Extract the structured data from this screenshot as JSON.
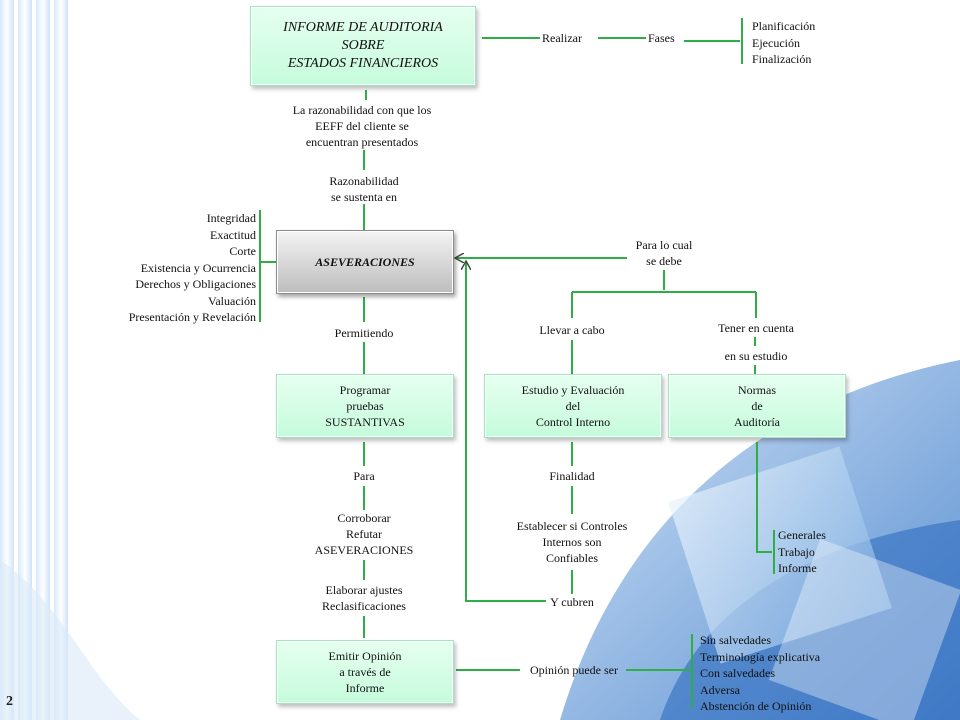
{
  "title_box": [
    "INFORME DE AUDITORIA",
    "SOBRE",
    "ESTADOS FINANCIEROS"
  ],
  "realizar": "Realizar",
  "fases": "Fases",
  "phases": [
    "Planificación",
    "Ejecución",
    "Finalización"
  ],
  "razonabilidad_text": [
    "La razonabilidad con que los",
    "EEFF del cliente se",
    "encuentran presentados"
  ],
  "sustenta_text": [
    "Razonabilidad",
    "se sustenta en"
  ],
  "aseveraciones_box": "ASEVERACIONES",
  "assertions": [
    "Integridad",
    "Exactitud",
    "Corte",
    "Existencia y Ocurrencia",
    "Derechos y Obligaciones",
    "Valuación",
    "Presentación y Revelación"
  ],
  "para_lo_cual": [
    "Para lo cual",
    "se debe"
  ],
  "llevar_a_cabo": "Llevar a cabo",
  "tener_en_cuenta": "Tener en cuenta",
  "en_su_estudio": "en su estudio",
  "permitiendo": "Permitiendo",
  "programar_box": [
    "Programar",
    "pruebas",
    "SUSTANTIVAS"
  ],
  "estudio_box": [
    "Estudio y Evaluación",
    "del",
    "Control Interno"
  ],
  "normas_box": [
    "Normas",
    "de",
    "Auditoría"
  ],
  "para": "Para",
  "finalidad": "Finalidad",
  "corroborar_text": [
    "Corroborar",
    "Refutar",
    "ASEVERACIONES"
  ],
  "establecer_text": [
    "Establecer si Controles",
    "Internos son",
    "Confiables"
  ],
  "norm_types": [
    "Generales",
    "Trabajo",
    "Informe"
  ],
  "elaborar_text": [
    "Elaborar ajustes",
    "Reclasificaciones"
  ],
  "y_cubren": "Y cubren",
  "emitir_box": [
    "Emitir Opinión",
    "a través de",
    "Informe"
  ],
  "opinion_puede_ser": "Opinión puede ser",
  "opinion_types": [
    "Sin salvedades",
    "Terminología explicativa",
    "Con salvedades",
    "Adversa",
    "Abstención de Opinión"
  ],
  "page_number": "2",
  "colors": {
    "connector": "#2fae46",
    "box_green": "#c6fbdc",
    "box_gray": "#bdbdbd",
    "background_accent": "#7fb2e6"
  }
}
